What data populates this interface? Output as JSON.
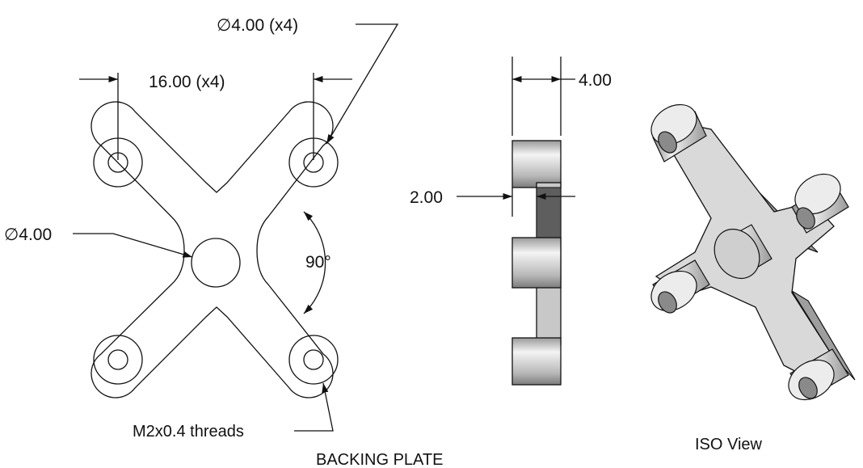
{
  "dims": {
    "hole_dia_x4": "∅4.00 (x4)",
    "spacing_x4": "16.00 (x4)",
    "center_dia": "∅4.00",
    "angle": "90°",
    "thickness": "4.00",
    "step": "2.00",
    "threads": "M2x0.4 threads"
  },
  "captions": {
    "part_name": "BACKING PLATE",
    "iso": "ISO View"
  }
}
